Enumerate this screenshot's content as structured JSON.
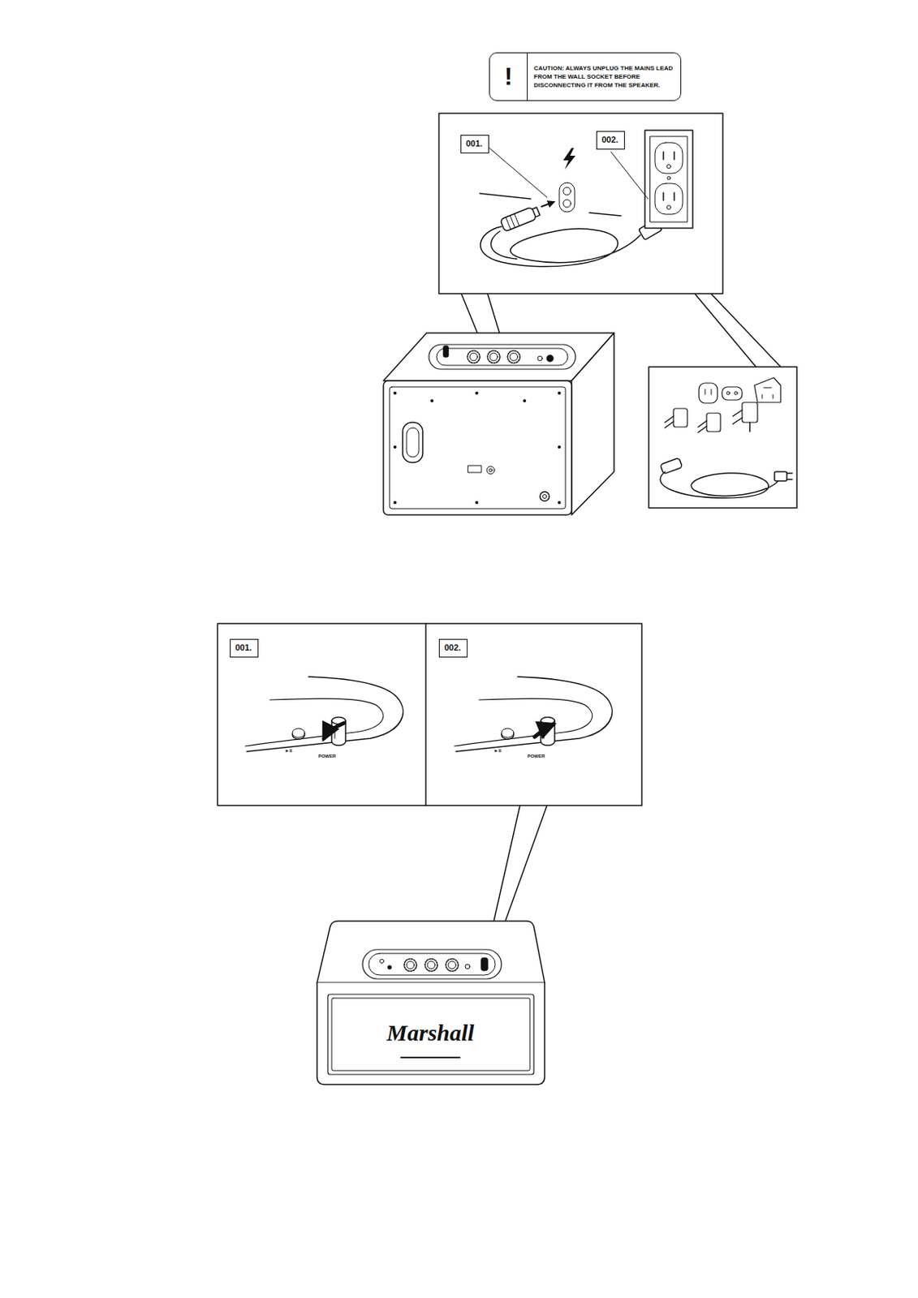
{
  "diagram": {
    "nodes": [
      {
        "text": [
          "!",
          "CAUTION: ALWAYS UNPLUG THE MAINS LEAD FROM THE WALL SOCKET BEFORE DISCONNECTING IT FROM THE SPEAKER."
        ]
      },
      {
        "text": [
          "001."
        ]
      },
      {
        "text": [
          "002."
        ]
      },
      {
        "text": [
          "001."
        ]
      },
      {
        "text": [
          "002."
        ]
      }
    ],
    "labels": [
      "►II",
      "POWER",
      "►II",
      "POWER",
      "Marshall"
    ]
  }
}
